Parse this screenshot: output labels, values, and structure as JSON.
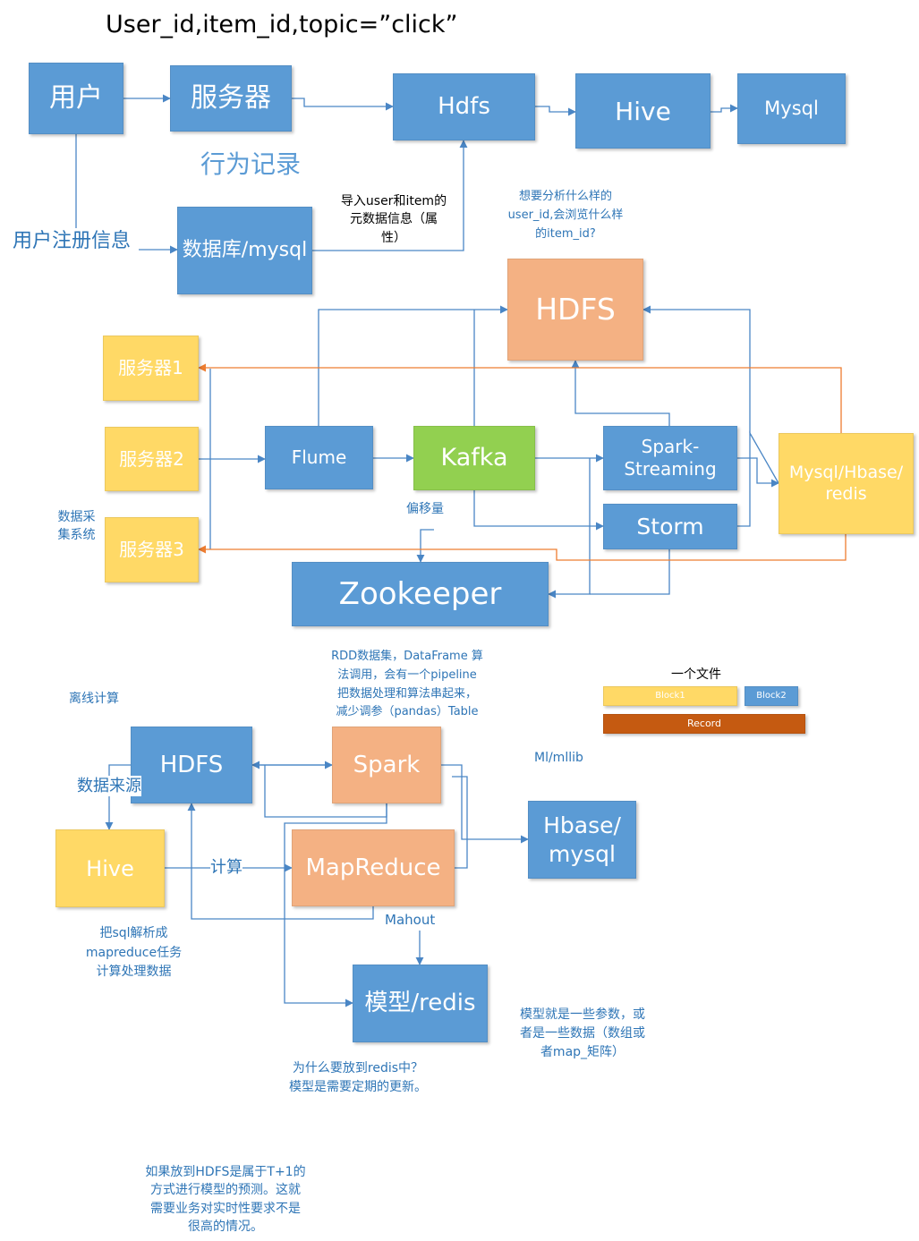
{
  "title": "User_id,item_id,topic=”click”",
  "colors": {
    "blue": "#5b9bd5",
    "orange": "#f4b183",
    "yellow": "#ffd966",
    "green": "#92d050",
    "record": "#c55a11",
    "line_blue": "#4a86c5",
    "line_orange": "#ed7d31",
    "note_text": "#2e75b6"
  },
  "section1": {
    "user": "用户",
    "server": "服务器",
    "hdfs": "Hdfs",
    "hive": "Hive",
    "mysql": "Mysql",
    "behavior_label": "行为记录",
    "register_label": "用户注册信息",
    "database": "数据库/mysql",
    "import_note": [
      "导入user和item的",
      "元数据信息（属",
      "性）"
    ],
    "question_note": [
      "想要分析什么样的",
      "user_id,会浏览什么样",
      "的item_id?"
    ]
  },
  "section2": {
    "hdfs": "HDFS",
    "server1": "服务器1",
    "server2": "服务器2",
    "server3": "服务器3",
    "flume": "Flume",
    "kafka": "Kafka",
    "spark_streaming": [
      "Spark-",
      "Streaming"
    ],
    "storm": "Storm",
    "storage": [
      "Mysql/Hbase/",
      "redis"
    ],
    "zookeeper": "Zookeeper",
    "offset_label": "偏移量",
    "collection_label": [
      "数据采",
      "集系统"
    ]
  },
  "section3": {
    "rdd_note": [
      "RDD数据集，DataFrame 算",
      "法调用，会有一个pipeline",
      "把数据处理和算法串起来，",
      "减少调参（pandas）Table"
    ],
    "offline_label": "离线计算",
    "file_label": "一个文件",
    "block1": "Block1",
    "block2": "Block2",
    "record": "Record",
    "hdfs": "HDFS",
    "spark": "Spark",
    "mllib_label": "Ml/mllib",
    "source_label": "数据来源",
    "hbase": [
      "Hbase/",
      "mysql"
    ],
    "hive": "Hive",
    "compute_label": "计算",
    "mapreduce": "MapReduce",
    "mahout_label": "Mahout",
    "hive_note": [
      "把sql解析成",
      "mapreduce任务",
      "计算处理数据"
    ],
    "model": "模型/redis",
    "model_note": [
      "模型就是一些参数，或",
      "者是一些数据（数组或",
      "者map_矩阵）"
    ],
    "redis_note": [
      "为什么要放到redis中？",
      "模型是需要定期的更新。"
    ],
    "hdfs_note": [
      "如果放到HDFS是属于T+1的",
      "方式进行模型的预测。这就",
      "需要业务对实时性要求不是",
      "很高的情况。"
    ]
  }
}
